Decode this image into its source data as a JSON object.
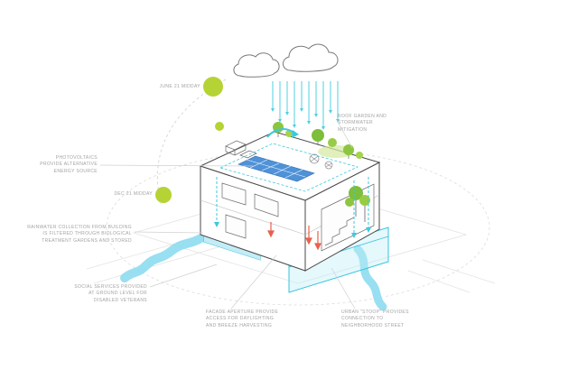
{
  "diagram": {
    "type": "architectural-axonometric-sustainability-diagram",
    "labels": {
      "june21": "JUNE 21 MIDDAY",
      "dec21": "DEC 21 MIDDAY",
      "roof_garden": "ROOF GARDEN AND\nSTORMWATER\nMITIGATION",
      "photovoltaics": "PHOTOVOLTAICS\nPROVIDE ALTERNATIVE\nENERGY SOURCE",
      "rainwater": "RAINWATER COLLECTION FROM BUILDING\nIS FILTERED THROUGH BIOLOGICAL\nTREATMENT GARDENS AND STORED",
      "social_services": "SOCIAL SERVICES PROVIDED\nAT GROUND LEVEL FOR\nDISABLED VETERANS",
      "facade_aperture": "FACADE APERTURE PROVIDE\nACCESS FOR DAYLIGHTING\nAND BREEZE HARVESTING",
      "urban_stoop": "URBAN \"STOOP\" PROVIDES\nCONNECTION TO\nNEIGHBORHOOD STREET"
    },
    "colors": {
      "background": "#ffffff",
      "linework": "#4a4a4a",
      "label_text": "#a3a3a3",
      "sun_green": "#b5d334",
      "tree_green": "#8cc63f",
      "water_cyan": "#35c4dd",
      "water_fill": "#bfeef7",
      "stream_blue": "#8ddcef",
      "solar_panel_blue": "#4f92d8",
      "accent_red": "#e8614d"
    }
  }
}
